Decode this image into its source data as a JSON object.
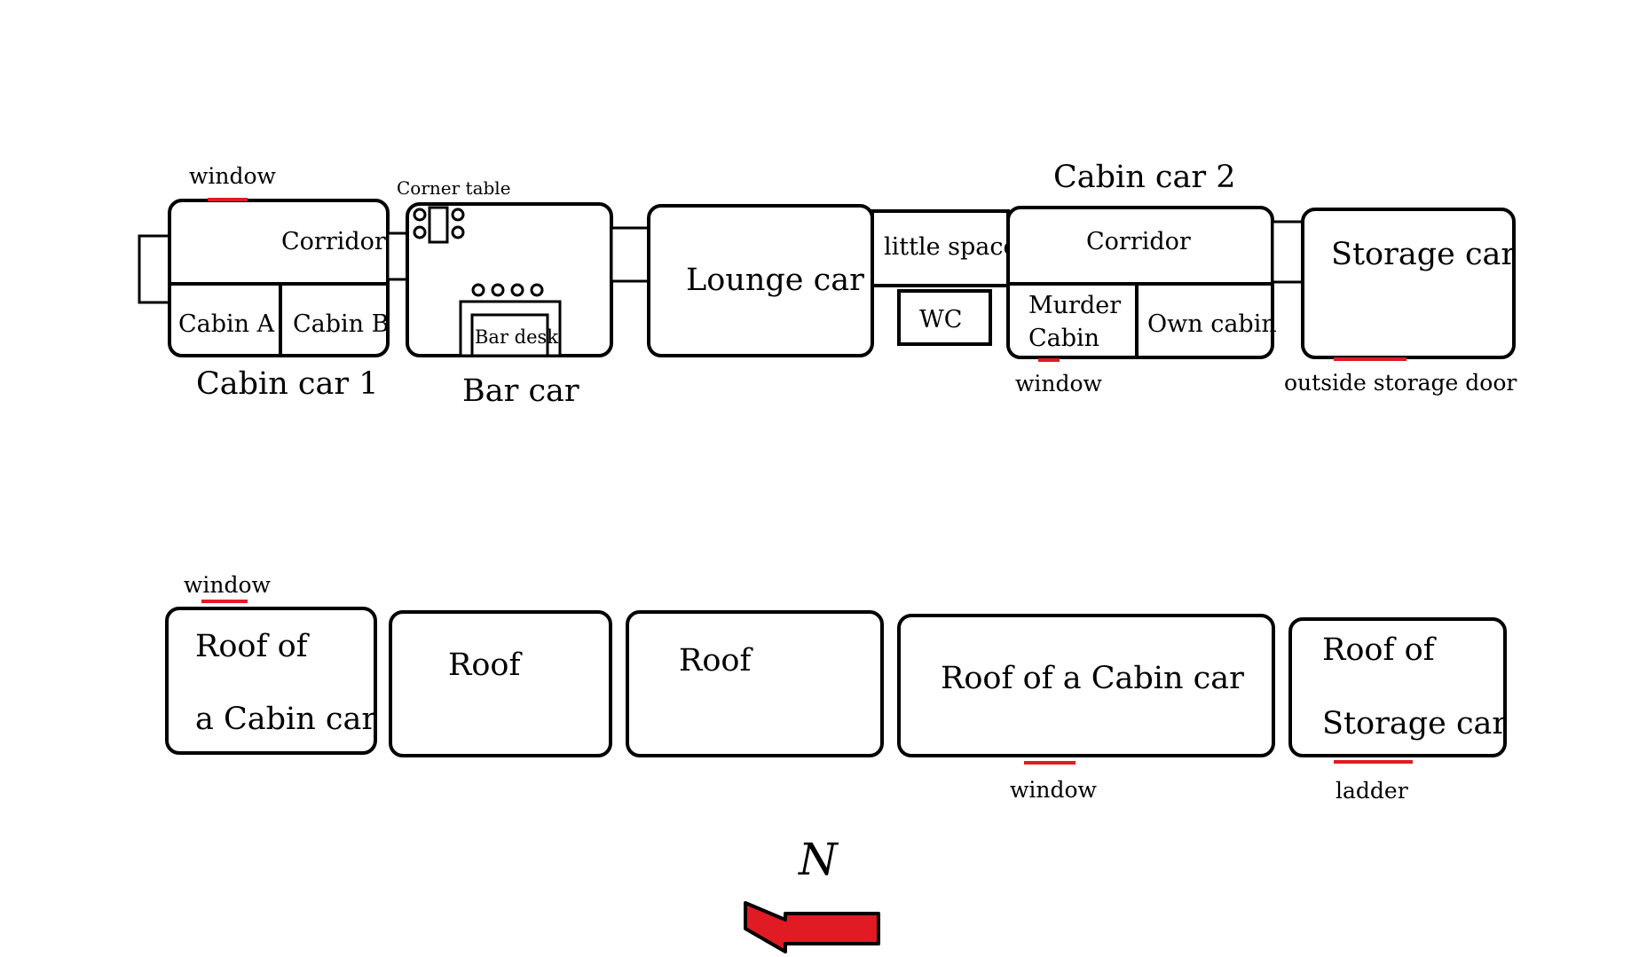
{
  "colors": {
    "outline": "#000000",
    "marker": "#e01b24",
    "background": "#ffffff"
  },
  "floor_plan": {
    "cabin_car_1": {
      "title": "Cabin car  1",
      "corridor": "Corridor",
      "cabin_a": "Cabin A",
      "cabin_b": "Cabin B",
      "window": "window"
    },
    "bar_car": {
      "title": "Bar car",
      "corner_table": "Corner table",
      "bar_desk": "Bar desk"
    },
    "lounge_car": {
      "title": "Lounge car"
    },
    "little_space": {
      "label": "little space",
      "wc": "WC"
    },
    "cabin_car_2": {
      "title": "Cabin car 2",
      "corridor": "Corridor",
      "murder_cabin_line1": "Murder",
      "murder_cabin_line2": "Cabin",
      "own_cabin": "Own cabin",
      "window": "window"
    },
    "storage_car": {
      "title": "Storage car",
      "door": "outside storage door"
    }
  },
  "roof_plan": {
    "roof_cabin_1_line1": "Roof of",
    "roof_cabin_1_line2": "a Cabin car",
    "roof_cabin_1_window": "window",
    "roof_bar": "Roof",
    "roof_lounge": "Roof",
    "roof_cabin_2": "Roof of a Cabin car",
    "roof_cabin_2_window": "window",
    "roof_storage_line1": "Roof of",
    "roof_storage_line2": "Storage car",
    "roof_storage_ladder": "ladder"
  },
  "compass": {
    "label": "N",
    "direction": "left",
    "icon": "red-arrow-left-icon"
  }
}
